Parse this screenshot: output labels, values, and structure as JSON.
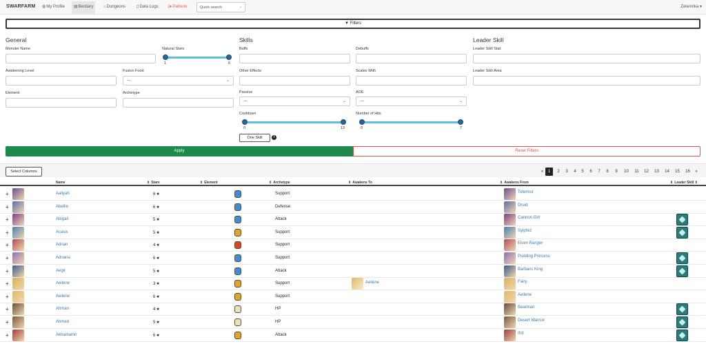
{
  "nav": {
    "brand": "SWARFARM",
    "items": [
      {
        "icon": "globe-icon",
        "glyph": "◍",
        "label": "My Profile"
      },
      {
        "icon": "book-icon",
        "glyph": "▤",
        "label": "Bestiary"
      },
      {
        "icon": "bank-icon",
        "glyph": "⌂",
        "label": "Dungeons"
      },
      {
        "icon": "file-icon",
        "glyph": "▯",
        "label": "Data Logs"
      },
      {
        "icon": "patreon-icon",
        "glyph": "|●",
        "label": "Patreon"
      }
    ],
    "search_placeholder": "Quick search",
    "user": "Zeleninka"
  },
  "filters_label": "Filters",
  "general": {
    "title": "General",
    "monster_name_label": "Monster Name",
    "natural_stars_label": "Natural Stars",
    "natural_stars_min": "1",
    "natural_stars_max": "6",
    "awakening_level_label": "Awakening Level",
    "fusion_food_label": "Fusion Food",
    "fusion_food_value": "---",
    "element_label": "Element",
    "archetype_label": "Archetype"
  },
  "skills": {
    "title": "Skills",
    "buffs_label": "Buffs",
    "debuffs_label": "Debuffs",
    "other_effects_label": "Other Effects",
    "scales_with_label": "Scales With",
    "passive_label": "Passive",
    "passive_value": "---",
    "aoe_label": "AOE",
    "aoe_value": "---",
    "cooldown_label": "Cooldown",
    "cooldown_min": "0",
    "cooldown_max": "13",
    "hits_label": "Number of Hits",
    "hits_min": "0",
    "hits_max": "7",
    "one_skill_label": "One Skill"
  },
  "leader": {
    "title": "Leader Skill",
    "stat_label": "Leader Skill Stat",
    "area_label": "Leader Skill Area"
  },
  "apply_label": "Apply",
  "reset_label": "Reset Filters",
  "select_columns_label": "Select Columns",
  "pagination": [
    "«",
    "1",
    "2",
    "3",
    "4",
    "5",
    "6",
    "7",
    "8",
    "9",
    "10",
    "11",
    "12",
    "13",
    "14",
    "15",
    "16",
    "»"
  ],
  "pagination_active": "1",
  "columns": {
    "name": "Name",
    "stars": "Stars",
    "element": "Element",
    "archetype": "Archetype",
    "awakens_to": "Awakens To",
    "awakens_from": "Awakens From",
    "leader_skill": "Leader Skill"
  },
  "colors": {
    "link": "#337ab7",
    "apply": "#1e8a4c",
    "reset": "#d9534f",
    "water": "#3c8fd6",
    "fire": "#d9452c",
    "wind": "#e0a52a",
    "light": "#e8e2c4",
    "dark": "#8b4fa8",
    "leader": "#2a7d7a"
  },
  "rows": [
    {
      "name": "Aaliyah",
      "stars": "6",
      "element": "water",
      "archetype": "Support",
      "awakens_to": "",
      "awakens_from": "Totemist",
      "leader": false,
      "portrait": "#6d4c8f"
    },
    {
      "name": "Abellio",
      "stars": "6",
      "element": "water",
      "archetype": "Defense",
      "awakens_to": "",
      "awakens_from": "Druid",
      "leader": false,
      "portrait": "#5a6fa8"
    },
    {
      "name": "Abigail",
      "stars": "5",
      "element": "water",
      "archetype": "Attack",
      "awakens_to": "",
      "awakens_from": "Cannon Girl",
      "leader": true,
      "portrait": "#7c3d8c"
    },
    {
      "name": "Acasis",
      "stars": "5",
      "element": "wind",
      "archetype": "Support",
      "awakens_to": "",
      "awakens_from": "Sylphid",
      "leader": true,
      "portrait": "#4c7fb0"
    },
    {
      "name": "Adrian",
      "stars": "4",
      "element": "fire",
      "archetype": "Support",
      "awakens_to": "",
      "awakens_from": "Elven Ranger",
      "leader": false,
      "portrait": "#b04c5a"
    },
    {
      "name": "Adriana",
      "stars": "6",
      "element": "water",
      "archetype": "Support",
      "awakens_to": "",
      "awakens_from": "Pudding Princess",
      "leader": true,
      "portrait": "#8f6db0"
    },
    {
      "name": "Aegir",
      "stars": "5",
      "element": "water",
      "archetype": "Attack",
      "awakens_to": "",
      "awakens_from": "Barbaric King",
      "leader": true,
      "portrait": "#3d5a8c"
    },
    {
      "name": "Aeilene",
      "stars": "3",
      "element": "wind",
      "archetype": "Support",
      "awakens_to": "Aeilene",
      "awakens_from": "Fairy",
      "leader": false,
      "portrait": "#d9b05a"
    },
    {
      "name": "Aeilene",
      "stars": "6",
      "element": "wind",
      "archetype": "Support",
      "awakens_to": "",
      "awakens_from": "Aeilene",
      "leader": false,
      "portrait": "#e0b86a"
    },
    {
      "name": "Ahman",
      "stars": "4",
      "element": "light",
      "archetype": "HP",
      "awakens_to": "",
      "awakens_from": "Bearman",
      "leader": true,
      "portrait": "#6a4c3a"
    },
    {
      "name": "Ahmed",
      "stars": "5",
      "element": "light",
      "archetype": "HP",
      "awakens_to": "",
      "awakens_from": "Desert Warrior",
      "leader": true,
      "portrait": "#7a5a3a"
    },
    {
      "name": "Akhamamir",
      "stars": "6",
      "element": "wind",
      "archetype": "Attack",
      "awakens_to": "",
      "awakens_from": "Ifrit",
      "leader": true,
      "portrait": "#a03a3a"
    }
  ]
}
